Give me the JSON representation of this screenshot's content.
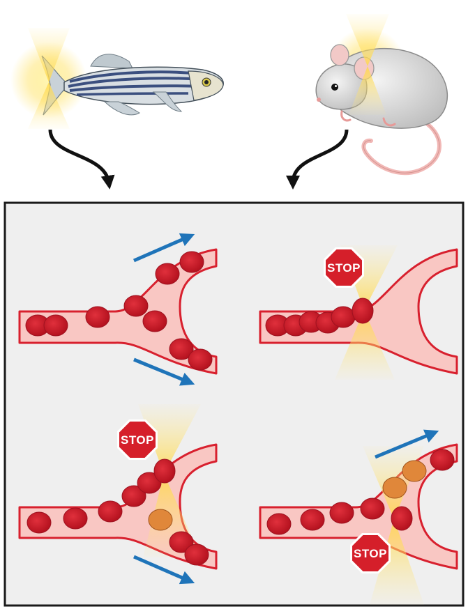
{
  "stop_signs": [
    {
      "text": "STOP"
    },
    {
      "text": "STOP"
    },
    {
      "text": "STOP"
    }
  ],
  "colors": {
    "vessel_wall": "#d8202e",
    "vessel_fill": "#f9c7c3",
    "blood_cell": "#c8182a",
    "flow_arrow": "#1f74b9",
    "laser_beam": "#ffd84a",
    "stop_sign": "#d51f2a",
    "panel_background": "#efefef"
  },
  "icons": [
    "zebrafish-icon",
    "mouse-icon",
    "laser-beam-icon",
    "stop-sign-icon",
    "flow-arrow-icon",
    "curved-arrow-icon"
  ]
}
